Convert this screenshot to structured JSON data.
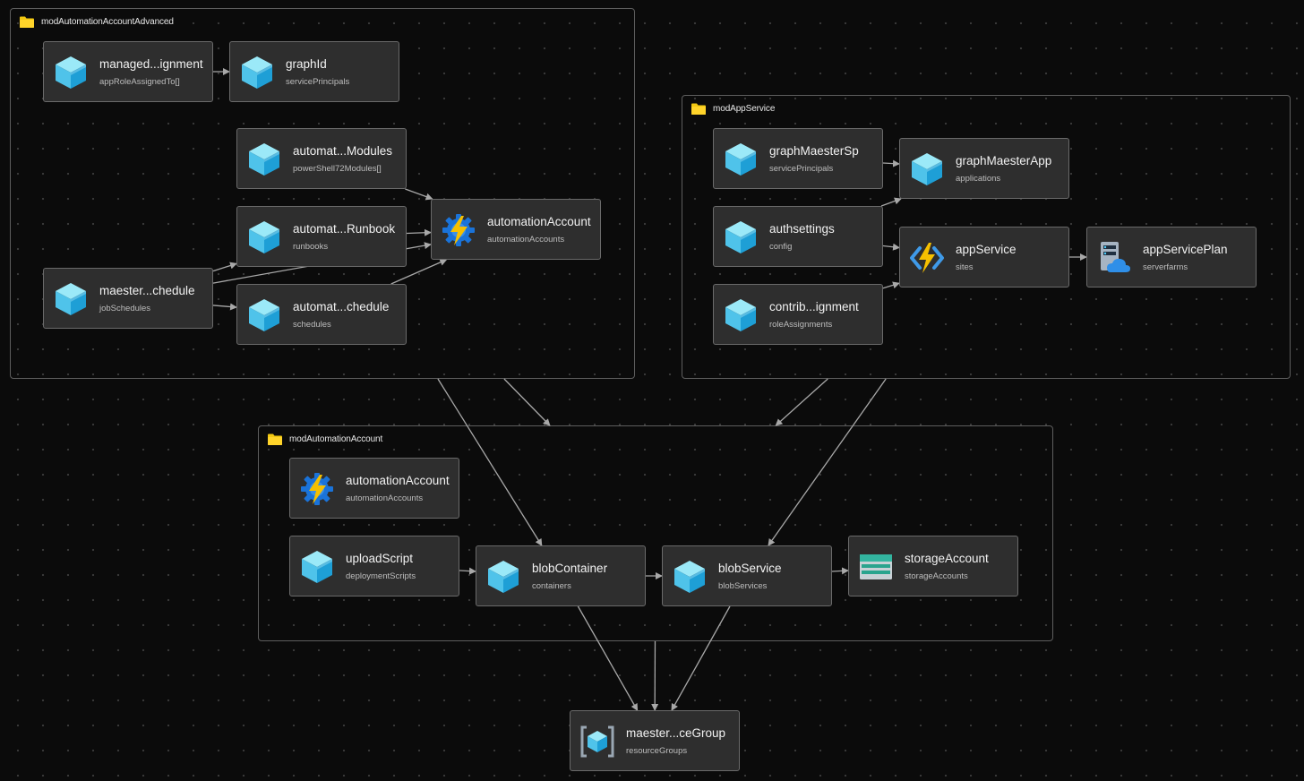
{
  "groups": {
    "modAutomationAccountAdvanced": {
      "title": "modAutomationAccountAdvanced"
    },
    "modAppService": {
      "title": "modAppService"
    },
    "modAutomationAccount": {
      "title": "modAutomationAccount"
    }
  },
  "nodes": {
    "managed_assignment": {
      "name": "managed...ignment",
      "type": "appRoleAssignedTo[]",
      "icon": "cube-icon"
    },
    "graphId": {
      "name": "graphId",
      "type": "servicePrincipals",
      "icon": "cube-icon"
    },
    "automat_modules": {
      "name": "automat...Modules",
      "type": "powerShell72Modules[]",
      "icon": "cube-icon"
    },
    "automat_runbook": {
      "name": "automat...Runbook",
      "type": "runbooks",
      "icon": "cube-icon"
    },
    "automationAccount_adv": {
      "name": "automationAccount",
      "type": "automationAccounts",
      "icon": "automation-icon"
    },
    "maester_schedule": {
      "name": "maester...chedule",
      "type": "jobSchedules",
      "icon": "cube-icon"
    },
    "automat_schedule": {
      "name": "automat...chedule",
      "type": "schedules",
      "icon": "cube-icon"
    },
    "graphMaesterSp": {
      "name": "graphMaesterSp",
      "type": "servicePrincipals",
      "icon": "cube-icon"
    },
    "graphMaesterApp": {
      "name": "graphMaesterApp",
      "type": "applications",
      "icon": "cube-icon"
    },
    "authsettings": {
      "name": "authsettings",
      "type": "config",
      "icon": "cube-icon"
    },
    "appService": {
      "name": "appService",
      "type": "sites",
      "icon": "function-app-icon"
    },
    "appServicePlan": {
      "name": "appServicePlan",
      "type": "serverfarms",
      "icon": "app-service-plan-icon"
    },
    "contrib_assignment": {
      "name": "contrib...ignment",
      "type": "roleAssignments",
      "icon": "cube-icon"
    },
    "automationAccount": {
      "name": "automationAccount",
      "type": "automationAccounts",
      "icon": "automation-icon"
    },
    "uploadScript": {
      "name": "uploadScript",
      "type": "deploymentScripts",
      "icon": "cube-icon"
    },
    "blobContainer": {
      "name": "blobContainer",
      "type": "containers",
      "icon": "cube-icon"
    },
    "blobService": {
      "name": "blobService",
      "type": "blobServices",
      "icon": "cube-icon"
    },
    "storageAccount": {
      "name": "storageAccount",
      "type": "storageAccounts",
      "icon": "storage-account-icon"
    },
    "resourceGroup": {
      "name": "maester...ceGroup",
      "type": "resourceGroups",
      "icon": "resource-group-icon"
    }
  },
  "edges": [
    {
      "from": "managed_assignment",
      "to": "graphId"
    },
    {
      "from": "automat_modules",
      "to": "automationAccount_adv"
    },
    {
      "from": "automat_runbook",
      "to": "automationAccount_adv"
    },
    {
      "from": "automat_schedule",
      "to": "automationAccount_adv"
    },
    {
      "from": "maester_schedule",
      "to": "automationAccount_adv"
    },
    {
      "from": "maester_schedule",
      "to": "automat_runbook"
    },
    {
      "from": "maester_schedule",
      "to": "automat_schedule"
    },
    {
      "from": "graphMaesterSp",
      "to": "graphMaesterApp"
    },
    {
      "from": "authsettings",
      "to": "graphMaesterApp"
    },
    {
      "from": "authsettings",
      "to": "appService"
    },
    {
      "from": "contrib_assignment",
      "to": "appService"
    },
    {
      "from": "appService",
      "to": "appServicePlan"
    },
    {
      "from": "uploadScript",
      "to": "blobContainer"
    },
    {
      "from": "blobContainer",
      "to": "blobService"
    },
    {
      "from": "blobService",
      "to": "storageAccount"
    },
    {
      "from": "modAutomationAccountAdvanced",
      "to": "modAutomationAccount"
    },
    {
      "from": "modAppService",
      "to": "modAutomationAccount"
    },
    {
      "from": "modAutomationAccountAdvanced",
      "to": "blobContainer"
    },
    {
      "from": "modAppService",
      "to": "blobService"
    },
    {
      "from": "blobContainer",
      "to": "resourceGroup"
    },
    {
      "from": "modAutomationAccount",
      "to": "resourceGroup"
    },
    {
      "from": "blobService",
      "to": "resourceGroup"
    }
  ],
  "colors": {
    "background": "#0b0b0b",
    "node_fill": "#2e2e2e",
    "node_border": "#6a6a6a",
    "group_border": "#5e5e5e",
    "edge": "#a8a8a8",
    "folder": "#f2c811",
    "cube_light": "#8ee7f7",
    "cube_mid": "#50c8ec",
    "cube_dark": "#1c9ed4",
    "bolt": "#f6c000",
    "gear": "#1a73d9"
  }
}
